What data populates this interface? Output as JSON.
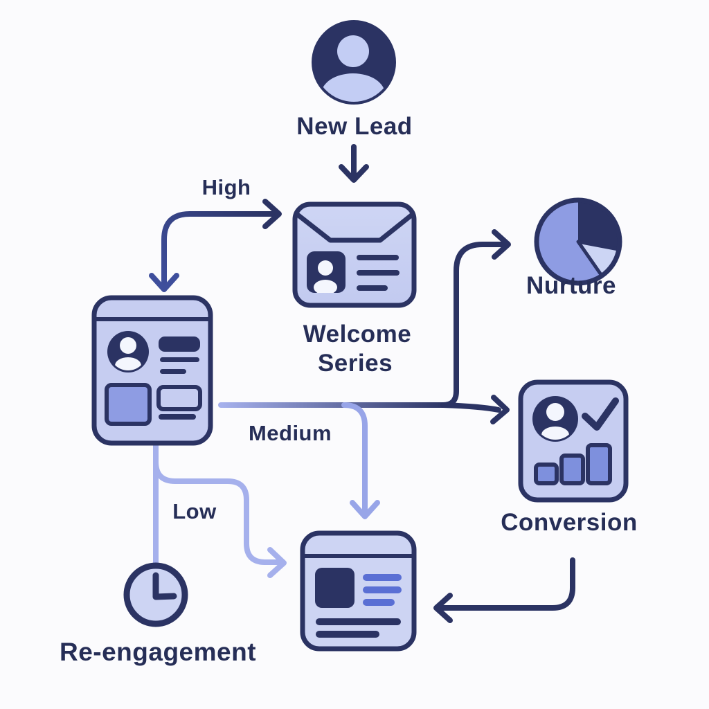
{
  "title": "Lead nurturing email flow diagram",
  "colors": {
    "bg": "#fbfbfd",
    "navy": "#2b3363",
    "text": "#262e57",
    "mid": "#8e9ce3",
    "card": "#c6cdf1",
    "card_light": "#cdd4f3",
    "env_top": "#ced5f4",
    "env_bottom": "#c2caf0",
    "pale": "#ccd5f4",
    "line_light": "#a5b0ec",
    "line_light2": "#98a5e8",
    "blue_mid": "#3e4e9c",
    "bar_fill": "#7e90dd",
    "accent": "#5a6fd4",
    "white": "#f4f6fd",
    "person_light": "#c3cdf4"
  },
  "nodes": {
    "new_lead": {
      "label": "New Lead",
      "icon": "person-avatar-icon"
    },
    "welcome_series": {
      "label_lines": [
        "Welcome",
        "Series"
      ],
      "icon": "envelope-contact-icon"
    },
    "lead_profile_card": {
      "icon": "lead-profile-card-icon"
    },
    "nurture": {
      "label": "Nurture",
      "icon": "pie-chart-icon"
    },
    "conversion": {
      "label": "Conversion",
      "icon": "profile-check-bars-icon"
    },
    "content_document": {
      "icon": "article-document-icon"
    },
    "re_engagement": {
      "label": "Re-engagement",
      "icon": "clock-icon"
    }
  },
  "edges": {
    "high": {
      "label": "High"
    },
    "medium": {
      "label": "Medium"
    },
    "low": {
      "label": "Low"
    }
  }
}
